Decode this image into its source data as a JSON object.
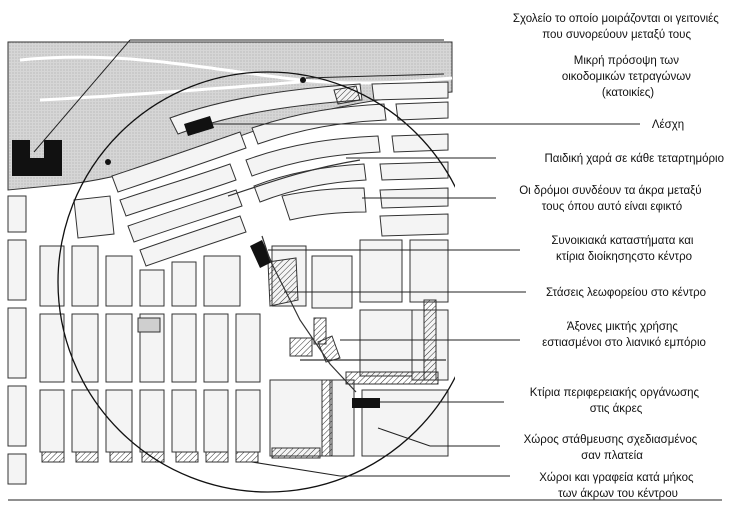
{
  "labels": [
    {
      "id": "school",
      "lines": [
        "Σχολείο το οποίο μοιράζονται οι γειτονιές",
        "που συνορεύουν μεταξύ τους"
      ]
    },
    {
      "id": "frontage",
      "lines": [
        "Μικρή πρόσοψη των",
        "οικοδομικών τετραγώνων",
        "(κατοικίες)"
      ]
    },
    {
      "id": "club",
      "lines": [
        "Λέσχη"
      ]
    },
    {
      "id": "playground",
      "lines": [
        "Παιδική χαρά σε κάθε τεταρτημόριο"
      ]
    },
    {
      "id": "streets",
      "lines": [
        "Οι δρόμοι συνδέουν τα άκρα μεταξύ",
        "τους όπου αυτό είναι εφικτό"
      ]
    },
    {
      "id": "shops",
      "lines": [
        "Συνοικιακά καταστήματα και",
        "κτίρια διοίκησηςστο κέντρο"
      ]
    },
    {
      "id": "bus",
      "lines": [
        "Στάσεις λεωφορείου στο κέντρο"
      ]
    },
    {
      "id": "mixed",
      "lines": [
        "Άξονες μικτής χρήσης",
        "εστιασμένοι στο λιανικό εμπόριο"
      ]
    },
    {
      "id": "regional",
      "lines": [
        "Κτίρια περιφερειακής οργάνωσης",
        "στις άκρες"
      ]
    },
    {
      "id": "parking",
      "lines": [
        "Χώρος στάθμευσης σχεδιασμένος",
        "σαν πλατεία"
      ]
    },
    {
      "id": "offices",
      "lines": [
        "Χώροι και γραφεία κατά μήκος",
        "των άκρων του κέντρου"
      ]
    }
  ],
  "colors": {
    "ink": "#1a1a1a",
    "park": "#d9d9d9",
    "block": "#f4f4f4",
    "background": "#ffffff"
  }
}
